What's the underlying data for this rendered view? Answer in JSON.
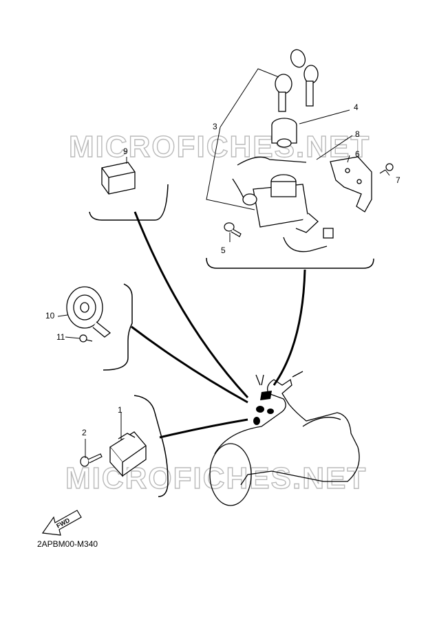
{
  "watermarks": [
    "MICROFICHES.NET",
    "MICROFICHES.NET"
  ],
  "callouts": [
    {
      "id": "1",
      "text": "1"
    },
    {
      "id": "2",
      "text": "2"
    },
    {
      "id": "3",
      "text": "3"
    },
    {
      "id": "4",
      "text": "4"
    },
    {
      "id": "5",
      "text": "5"
    },
    {
      "id": "6",
      "text": "6"
    },
    {
      "id": "7",
      "text": "7"
    },
    {
      "id": "8",
      "text": "8"
    },
    {
      "id": "9",
      "text": "9"
    },
    {
      "id": "10",
      "text": "10"
    },
    {
      "id": "11",
      "text": "11"
    }
  ],
  "fwd_label": "FWD",
  "diagram_ref": "2APBM00-M340",
  "colors": {
    "line": "#000000",
    "watermark": "#b9b9b9",
    "background": "#ffffff"
  }
}
